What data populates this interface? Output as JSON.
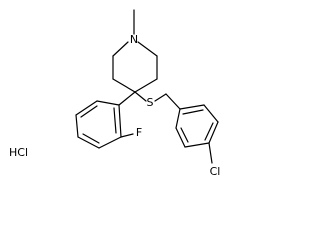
{
  "molecule": {
    "atoms": {
      "nitrogen": "N",
      "sulfur": "S",
      "fluorine": "F",
      "chlorine": "Cl"
    },
    "salt": "HCl"
  },
  "colors": {
    "bond": "#000000",
    "text": "#000000",
    "background": "#ffffff"
  }
}
